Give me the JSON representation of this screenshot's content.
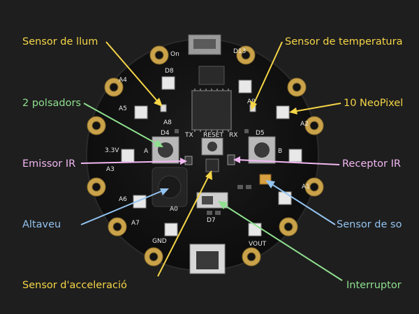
{
  "colors": {
    "background": "#1e1e1e",
    "board": "#121212",
    "pad_gold": "#c9a24a",
    "yellow": "#f5d547",
    "green": "#8fe08f",
    "pink": "#f2b8f2",
    "blue": "#93c3f0"
  },
  "labels": {
    "light_sensor": "Sensor de llum",
    "temperature_sensor": "Sensor de temperatura",
    "buttons": "2 polsadors",
    "neopixel": "10 NeoPixel",
    "ir_emitter": "Emissor IR",
    "ir_receiver": "Receptor IR",
    "speaker": "Altaveu",
    "sound_sensor": "Sensor de so",
    "accelerometer": "Sensor d'acceleració",
    "switch": "Interruptor"
  },
  "board_text": {
    "reset": "RESET",
    "tx": "TX",
    "rx": "RX",
    "d4": "D4",
    "d5": "D5",
    "a": "A",
    "b": "B",
    "a0": "A0",
    "a1": "A1",
    "a2": "A2",
    "a3": "A3",
    "a4": "A4",
    "a5": "A5",
    "a6": "A6",
    "a7": "A7",
    "a8": "A8",
    "a9": "A9",
    "d7": "D7",
    "d8": "D8",
    "d13": "D13",
    "gnd": "GND",
    "vout": "VOUT",
    "v33": "3.3V",
    "on": "On"
  }
}
